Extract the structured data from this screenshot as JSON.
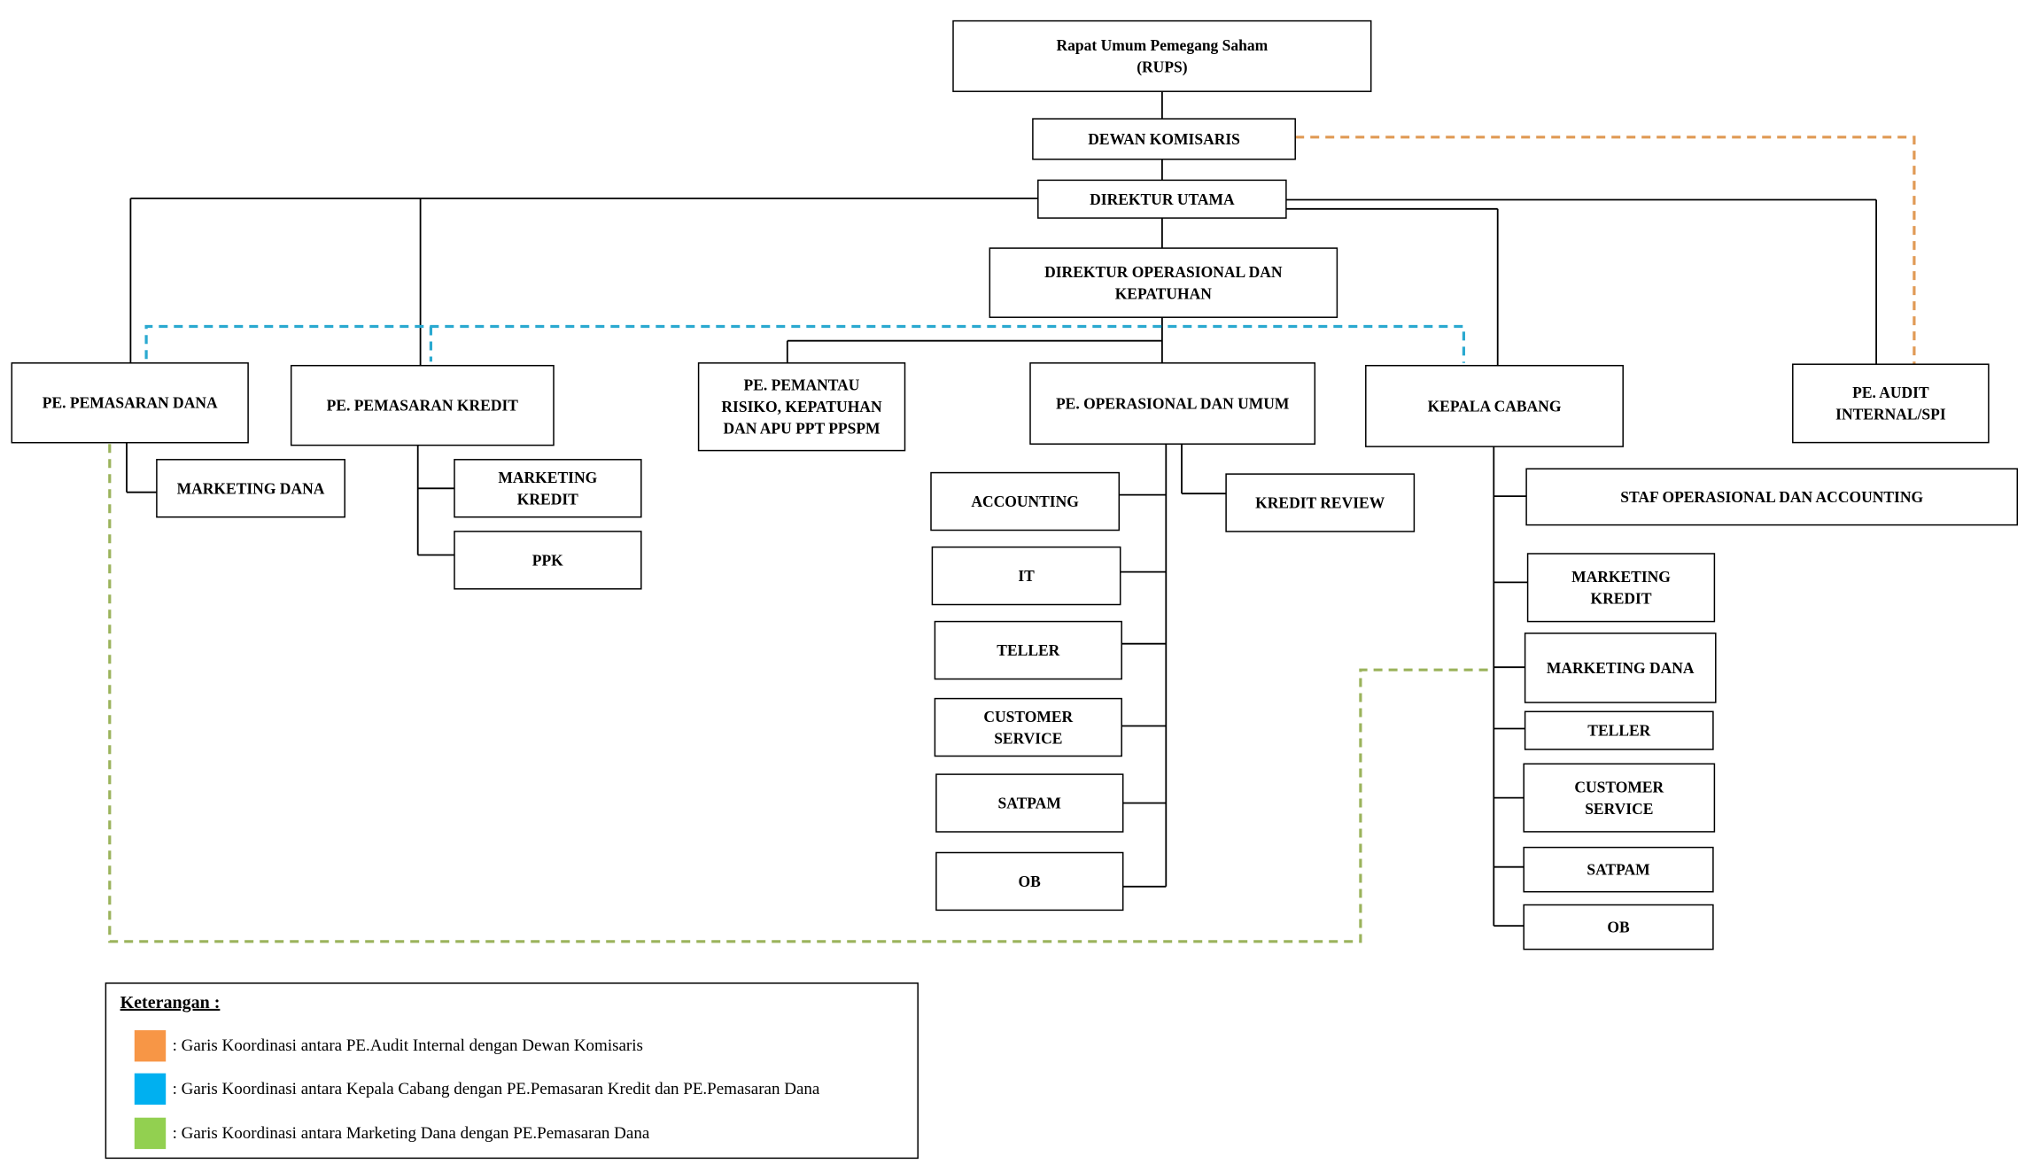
{
  "nodes": {
    "rups": [
      "Rapat Umum Pemegang Saham",
      "(RUPS)"
    ],
    "dewan_komisaris": [
      "DEWAN KOMISARIS"
    ],
    "direktur_utama": [
      "DIREKTUR UTAMA"
    ],
    "direktur_operasional": [
      "DIREKTUR OPERASIONAL  DAN",
      "KEPATUHAN"
    ],
    "pe_pemasaran_dana": [
      "PE. PEMASARAN DANA"
    ],
    "pe_pemasaran_kredit": [
      "PE. PEMASARAN KREDIT"
    ],
    "pe_pemantau_risiko": [
      "PE. PEMANTAU",
      "RISIKO, KEPATUHAN",
      "DAN APU PPT PPSPM"
    ],
    "pe_operasional_umum": [
      "PE. OPERASIONAL DAN UMUM"
    ],
    "kepala_cabang": [
      "KEPALA CABANG"
    ],
    "pe_audit_internal": [
      "PE. AUDIT",
      "INTERNAL/SPI"
    ],
    "marketing_dana_1": [
      "MARKETING DANA"
    ],
    "marketing_kredit_1": [
      "MARKETING",
      "KREDIT"
    ],
    "ppk": [
      "PPK"
    ],
    "accounting": [
      "ACCOUNTING"
    ],
    "it": [
      "IT"
    ],
    "teller_1": [
      "TELLER"
    ],
    "customer_service_1": [
      "CUSTOMER",
      "SERVICE"
    ],
    "satpam_1": [
      "SATPAM"
    ],
    "ob_1": [
      "OB"
    ],
    "kredit_review": [
      "KREDIT REVIEW"
    ],
    "staf_operasional": [
      "STAF OPERASIONAL DAN ACCOUNTING"
    ],
    "marketing_kredit_2": [
      "MARKETING",
      "KREDIT"
    ],
    "marketing_dana_2": [
      "MARKETING DANA"
    ],
    "teller_2": [
      "TELLER"
    ],
    "customer_service_2": [
      "CUSTOMER",
      "SERVICE"
    ],
    "satpam_2": [
      "SATPAM"
    ],
    "ob_2": [
      "OB"
    ]
  },
  "legend": {
    "title": "Keterangan :",
    "items": [
      {
        "color": "#F79646",
        "text": ": Garis Koordinasi antara PE.Audit Internal dengan Dewan Komisaris"
      },
      {
        "color": "#00B0F0",
        "text": ": Garis Koordinasi antara Kepala Cabang dengan PE.Pemasaran Kredit dan PE.Pemasaran Dana"
      },
      {
        "color": "#92D050",
        "text": ": Garis Koordinasi antara Marketing Dana  dengan PE.Pemasaran Dana"
      }
    ]
  },
  "line_colors": {
    "solid": "#000000",
    "orange_dashed": "#E09A55",
    "blue_dashed": "#2AA9D0",
    "green_dashed": "#9BB35C"
  }
}
